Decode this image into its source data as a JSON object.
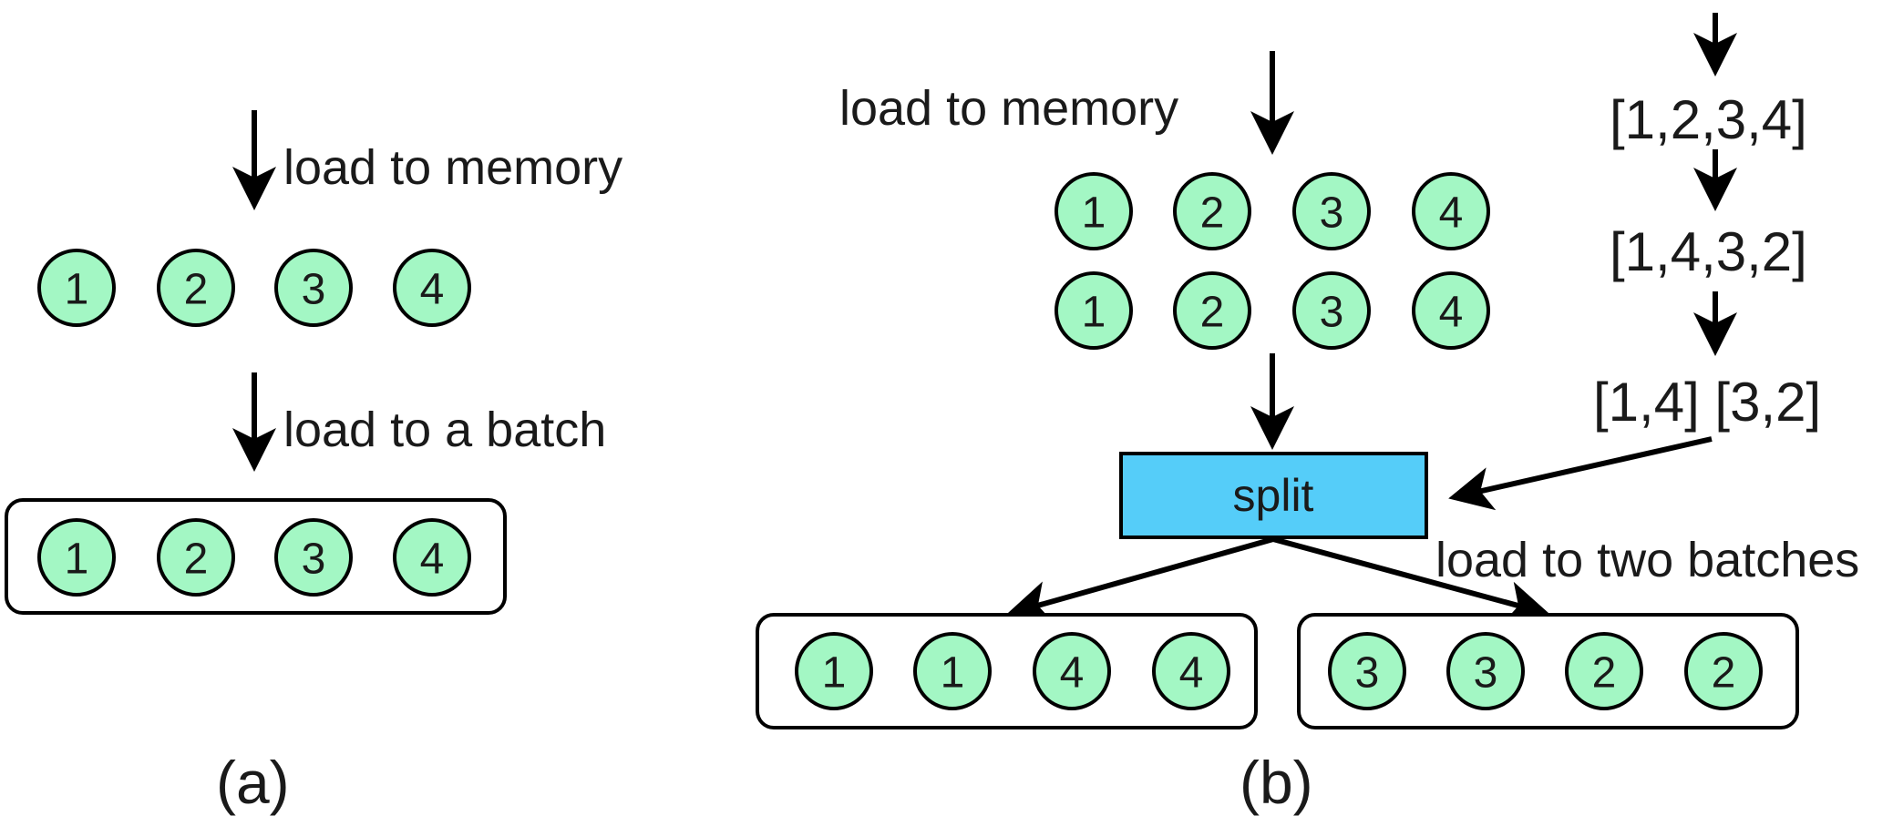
{
  "colors": {
    "node_fill": "#a3f7c4",
    "split_fill": "#55cdf9",
    "stroke": "#000000"
  },
  "panel_a": {
    "caption": "(a)",
    "load_memory_label": "load to memory",
    "load_batch_label": "load to a batch",
    "memory_nodes": [
      "1",
      "2",
      "3",
      "4"
    ],
    "batch_nodes": [
      "1",
      "2",
      "3",
      "4"
    ]
  },
  "panel_b": {
    "caption": "(b)",
    "load_memory_label": "load to memory",
    "memory_row1": [
      "1",
      "2",
      "3",
      "4"
    ],
    "memory_row2": [
      "1",
      "2",
      "3",
      "4"
    ],
    "split_label": "split",
    "load_batches_label": "load to two batches",
    "index_list_1": "[1,2,3,4]",
    "index_list_2": "[1,4,3,2]",
    "index_list_3": "[1,4] [3,2]",
    "batch1_nodes": [
      "1",
      "1",
      "4",
      "4"
    ],
    "batch2_nodes": [
      "3",
      "3",
      "2",
      "2"
    ]
  }
}
